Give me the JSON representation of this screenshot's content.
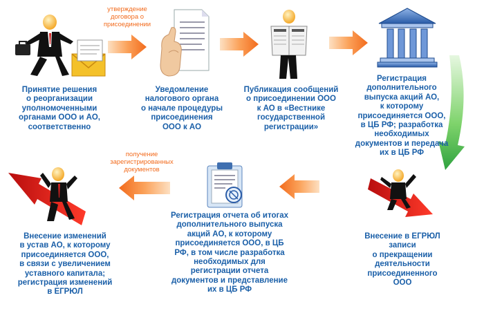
{
  "steps": [
    {
      "id": "s1",
      "text": "Принятие решения\nо реорганизации\nуполномоченными\nорганами ООО и АО,\nсоответственно"
    },
    {
      "id": "s2",
      "text": "Уведомление\nналогового органа\nо начале процедуры\nприсоединения\nООО к АО"
    },
    {
      "id": "s3",
      "text": "Публикация сообщений\nо присоединении ООО\nк АО в «Вестнике\nгосударственной\nрегистрации»"
    },
    {
      "id": "s4",
      "text": "Регистрация\nдополнительного\nвыпуска акций АО,\nк которому\nприсоединяется ООО,\nв ЦБ РФ;  разработка\nнеобходимых\nдокументов и передача\nих в ЦБ РФ"
    },
    {
      "id": "s5",
      "text": "Внесение в ЕГРЮЛ\nзаписи\nо прекращении\nдеятельности\nприсоединенного\nООО"
    },
    {
      "id": "s6",
      "text": "Регистрация отчета об итогах\nдополнительного выпуска\nакций АО, к которому\nприсоединяется ООО, в ЦБ\nРФ, в том числе разработка\nнеобходимых для\nрегистрации отчета\nдокументов и представление\nих в ЦБ РФ"
    },
    {
      "id": "s7",
      "text": "Внесение изменений\nв устав АО, к которому\nприсоединяется ООО,\nв связи с увеличением\nуставного капитала;\nрегистрация изменений\nв ЕГРЮЛ"
    }
  ],
  "notes": {
    "approval": "утверждение\nдоговора о\nприсоединении",
    "received": "получение\nзарегистрированных\nдокументов"
  },
  "colors": {
    "text_blue": "#1a5fa8",
    "note_orange": "#f26b1d",
    "arrow_orange": "#f7801e",
    "arrow_green": "#3fb34f",
    "red_arrow": "#e02020"
  },
  "icons": [
    "businessman-with-briefcase-and-envelope-icon",
    "hand-with-document-icon",
    "man-reading-newspaper-icon",
    "bank-building-icon",
    "man-on-falling-arrow-icon",
    "clipboard-with-seal-icon",
    "man-on-rising-arrow-icon"
  ]
}
